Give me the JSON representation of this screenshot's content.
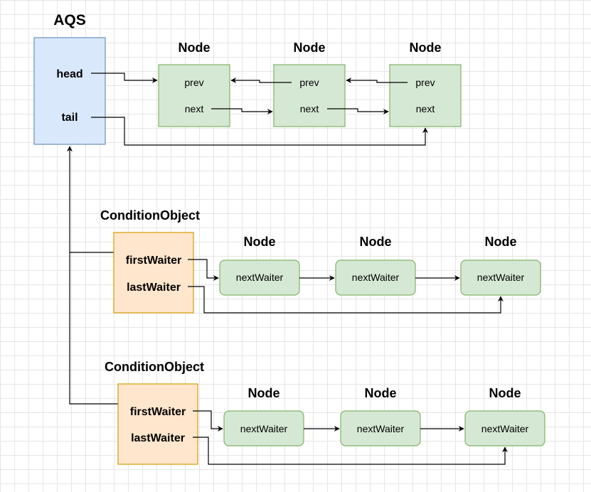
{
  "aqs": {
    "title": "AQS",
    "head": "head",
    "tail": "tail"
  },
  "sync_queue": {
    "nodes": [
      {
        "title": "Node",
        "prev": "prev",
        "next": "next"
      },
      {
        "title": "Node",
        "prev": "prev",
        "next": "next"
      },
      {
        "title": "Node",
        "prev": "prev",
        "next": "next"
      }
    ]
  },
  "condition_objects": [
    {
      "title": "ConditionObject",
      "first": "firstWaiter",
      "last": "lastWaiter",
      "nodes": [
        {
          "title": "Node",
          "label": "nextWaiter"
        },
        {
          "title": "Node",
          "label": "nextWaiter"
        },
        {
          "title": "Node",
          "label": "nextWaiter"
        }
      ]
    },
    {
      "title": "ConditionObject",
      "first": "firstWaiter",
      "last": "lastWaiter",
      "nodes": [
        {
          "title": "Node",
          "label": "nextWaiter"
        },
        {
          "title": "Node",
          "label": "nextWaiter"
        },
        {
          "title": "Node",
          "label": "nextWaiter"
        }
      ]
    }
  ]
}
